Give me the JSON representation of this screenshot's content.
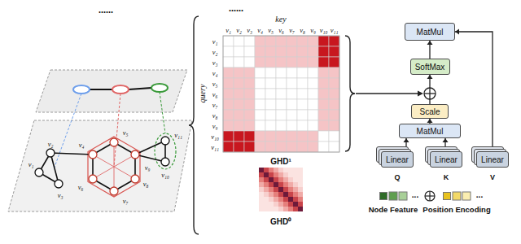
{
  "diagram": {
    "nodes": [
      {
        "text": [
          "MatMul"
        ]
      },
      {
        "text": [
          "SoftMax"
        ]
      },
      {
        "text": [
          "Scale"
        ]
      },
      {
        "text": [
          "MatMul"
        ]
      },
      {
        "text": [
          "Linear"
        ]
      },
      {
        "text": [
          "Linear"
        ]
      },
      {
        "text": [
          "Linear"
        ]
      }
    ],
    "edges": [
      {
        "from": 4,
        "to": 3,
        "arrow": "to"
      },
      {
        "from": 5,
        "to": 3,
        "arrow": "to"
      },
      {
        "from": 3,
        "to": 2,
        "arrow": "to"
      },
      {
        "from": 2,
        "to": 1,
        "arrow": "to"
      },
      {
        "from": 1,
        "to": 0,
        "arrow": "to"
      },
      {
        "from": 6,
        "to": 0,
        "arrow": "to"
      }
    ],
    "labels": [
      "......",
      "......",
      "key",
      "v₁",
      "v₂",
      "v₃",
      "v₄",
      "v₅",
      "v₆",
      "v₇",
      "v₈",
      "v₉",
      "v₁₀",
      "v₁₁",
      "query",
      "v₁",
      "v₂",
      "v₃",
      "v₄",
      "v₅",
      "v₆",
      "v₇",
      "v₈",
      "v₉",
      "v₁₀",
      "v₁₁",
      "GHD¹",
      "GHD⁰",
      "v₁",
      "v₂",
      "v₃",
      "v₄",
      "v₅",
      "v₆",
      "v₇",
      "v₈",
      "v₉",
      "v₁₀",
      "v₁₁",
      "Q",
      "K",
      "V",
      "...",
      "..."
    ],
    "legend": [
      {
        "text": "Node Feature",
        "color": "#2f6b28"
      },
      {
        "text": "Position Encoding",
        "color": "#e8c21e"
      }
    ]
  }
}
